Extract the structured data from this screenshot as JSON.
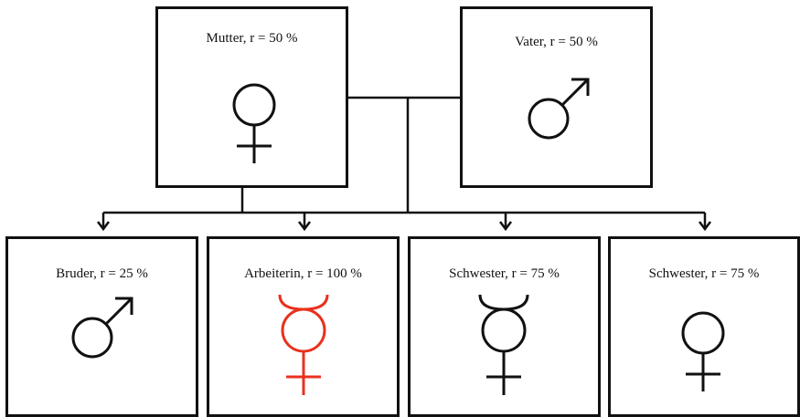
{
  "colors": {
    "line": "#111111",
    "worker": "#e8321e"
  },
  "parents": {
    "mother": {
      "label": "Mutter, r = 50 %",
      "symbol": "female-icon"
    },
    "father": {
      "label": "Vater, r = 50 %",
      "symbol": "male-icon"
    }
  },
  "children": [
    {
      "label": "Bruder, r = 25 %",
      "symbol": "male-icon"
    },
    {
      "label": "Arbeiterin, r = 100 %",
      "symbol": "worker-icon"
    },
    {
      "label": "Schwester, r = 75 %",
      "symbol": "hermaphrodite-icon"
    },
    {
      "label": "Schwester, r = 75 %",
      "symbol": "female-icon"
    }
  ]
}
